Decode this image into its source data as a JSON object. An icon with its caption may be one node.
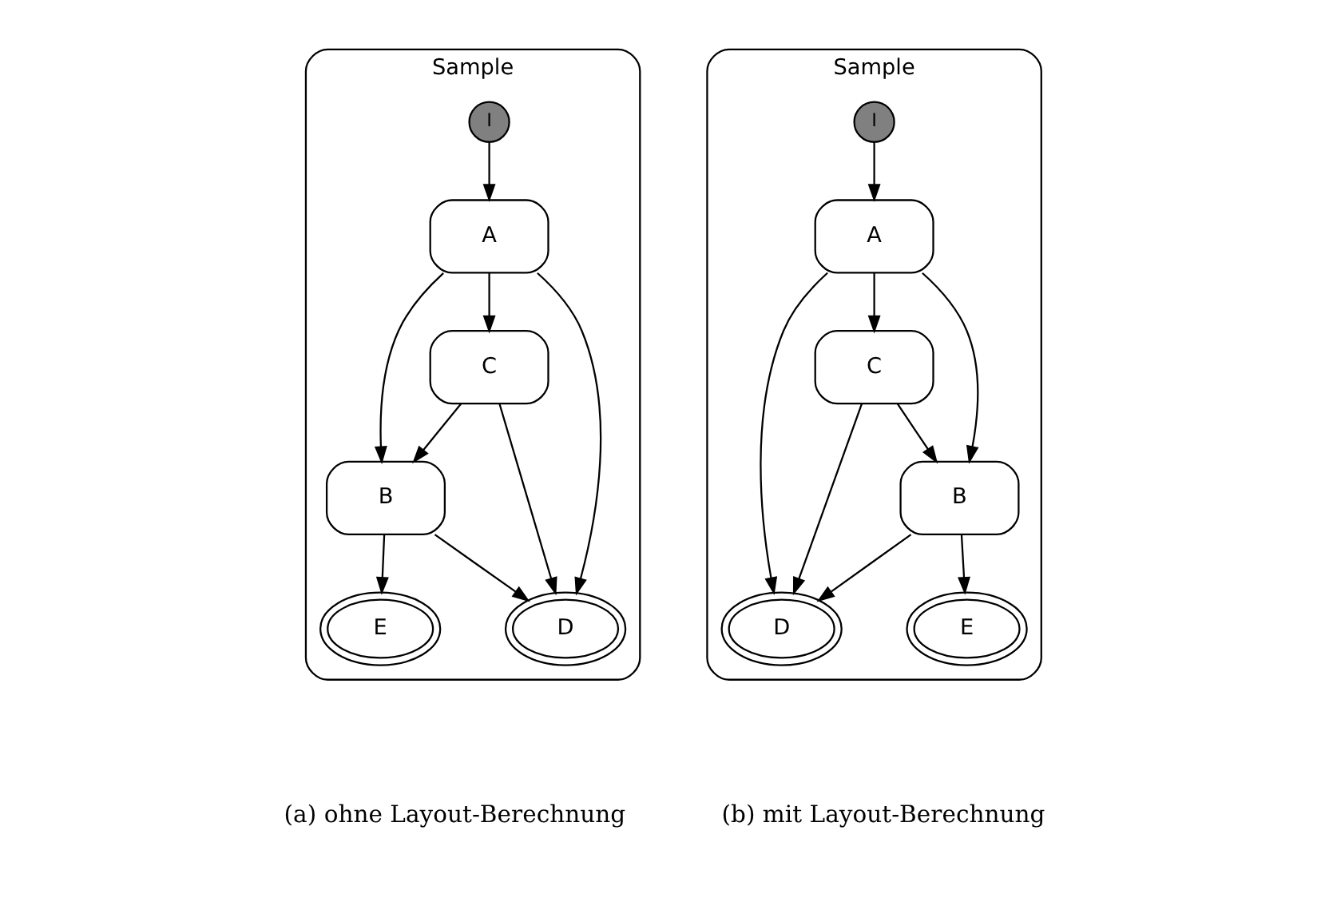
{
  "diagram": {
    "nodes": [
      {
        "text": [
          "Sample"
        ]
      },
      {
        "text": [
          "I"
        ],
        "in": 0
      },
      {
        "text": [
          "A"
        ],
        "in": 0
      },
      {
        "text": [
          "B"
        ],
        "in": 0
      },
      {
        "text": [
          "C"
        ],
        "in": 0
      },
      {
        "text": [
          "D"
        ],
        "in": 0
      },
      {
        "text": [
          "E"
        ],
        "in": 0
      },
      {
        "text": [
          "Sample"
        ]
      },
      {
        "text": [
          "I"
        ],
        "in": 7
      },
      {
        "text": [
          "A"
        ],
        "in": 7
      },
      {
        "text": [
          "C"
        ],
        "in": 7
      },
      {
        "text": [
          "B"
        ],
        "in": 7
      },
      {
        "text": [
          "D"
        ],
        "in": 7
      },
      {
        "text": [
          "E"
        ],
        "in": 7
      }
    ],
    "edges": [
      {
        "from": 1,
        "to": 2,
        "arrow": "to"
      },
      {
        "from": 2,
        "to": 3,
        "arrow": "to"
      },
      {
        "from": 2,
        "to": 4,
        "arrow": "to"
      },
      {
        "from": 2,
        "to": 5,
        "arrow": "to"
      },
      {
        "from": 4,
        "to": 3,
        "arrow": "to"
      },
      {
        "from": 4,
        "to": 5,
        "arrow": "to"
      },
      {
        "from": 3,
        "to": 5,
        "arrow": "to"
      },
      {
        "from": 3,
        "to": 6,
        "arrow": "to"
      },
      {
        "from": 8,
        "to": 9,
        "arrow": "to"
      },
      {
        "from": 9,
        "to": 10,
        "arrow": "to"
      },
      {
        "from": 9,
        "to": 11,
        "arrow": "to"
      },
      {
        "from": 9,
        "to": 12,
        "arrow": "to"
      },
      {
        "from": 10,
        "to": 11,
        "arrow": "to"
      },
      {
        "from": 10,
        "to": 12,
        "arrow": "to"
      },
      {
        "from": 11,
        "to": 12,
        "arrow": "to"
      },
      {
        "from": 11,
        "to": 13,
        "arrow": "to"
      }
    ],
    "labels": [
      "(a) ohne Layout-Berechnung",
      "(b) mit Layout-Berechnung"
    ]
  }
}
